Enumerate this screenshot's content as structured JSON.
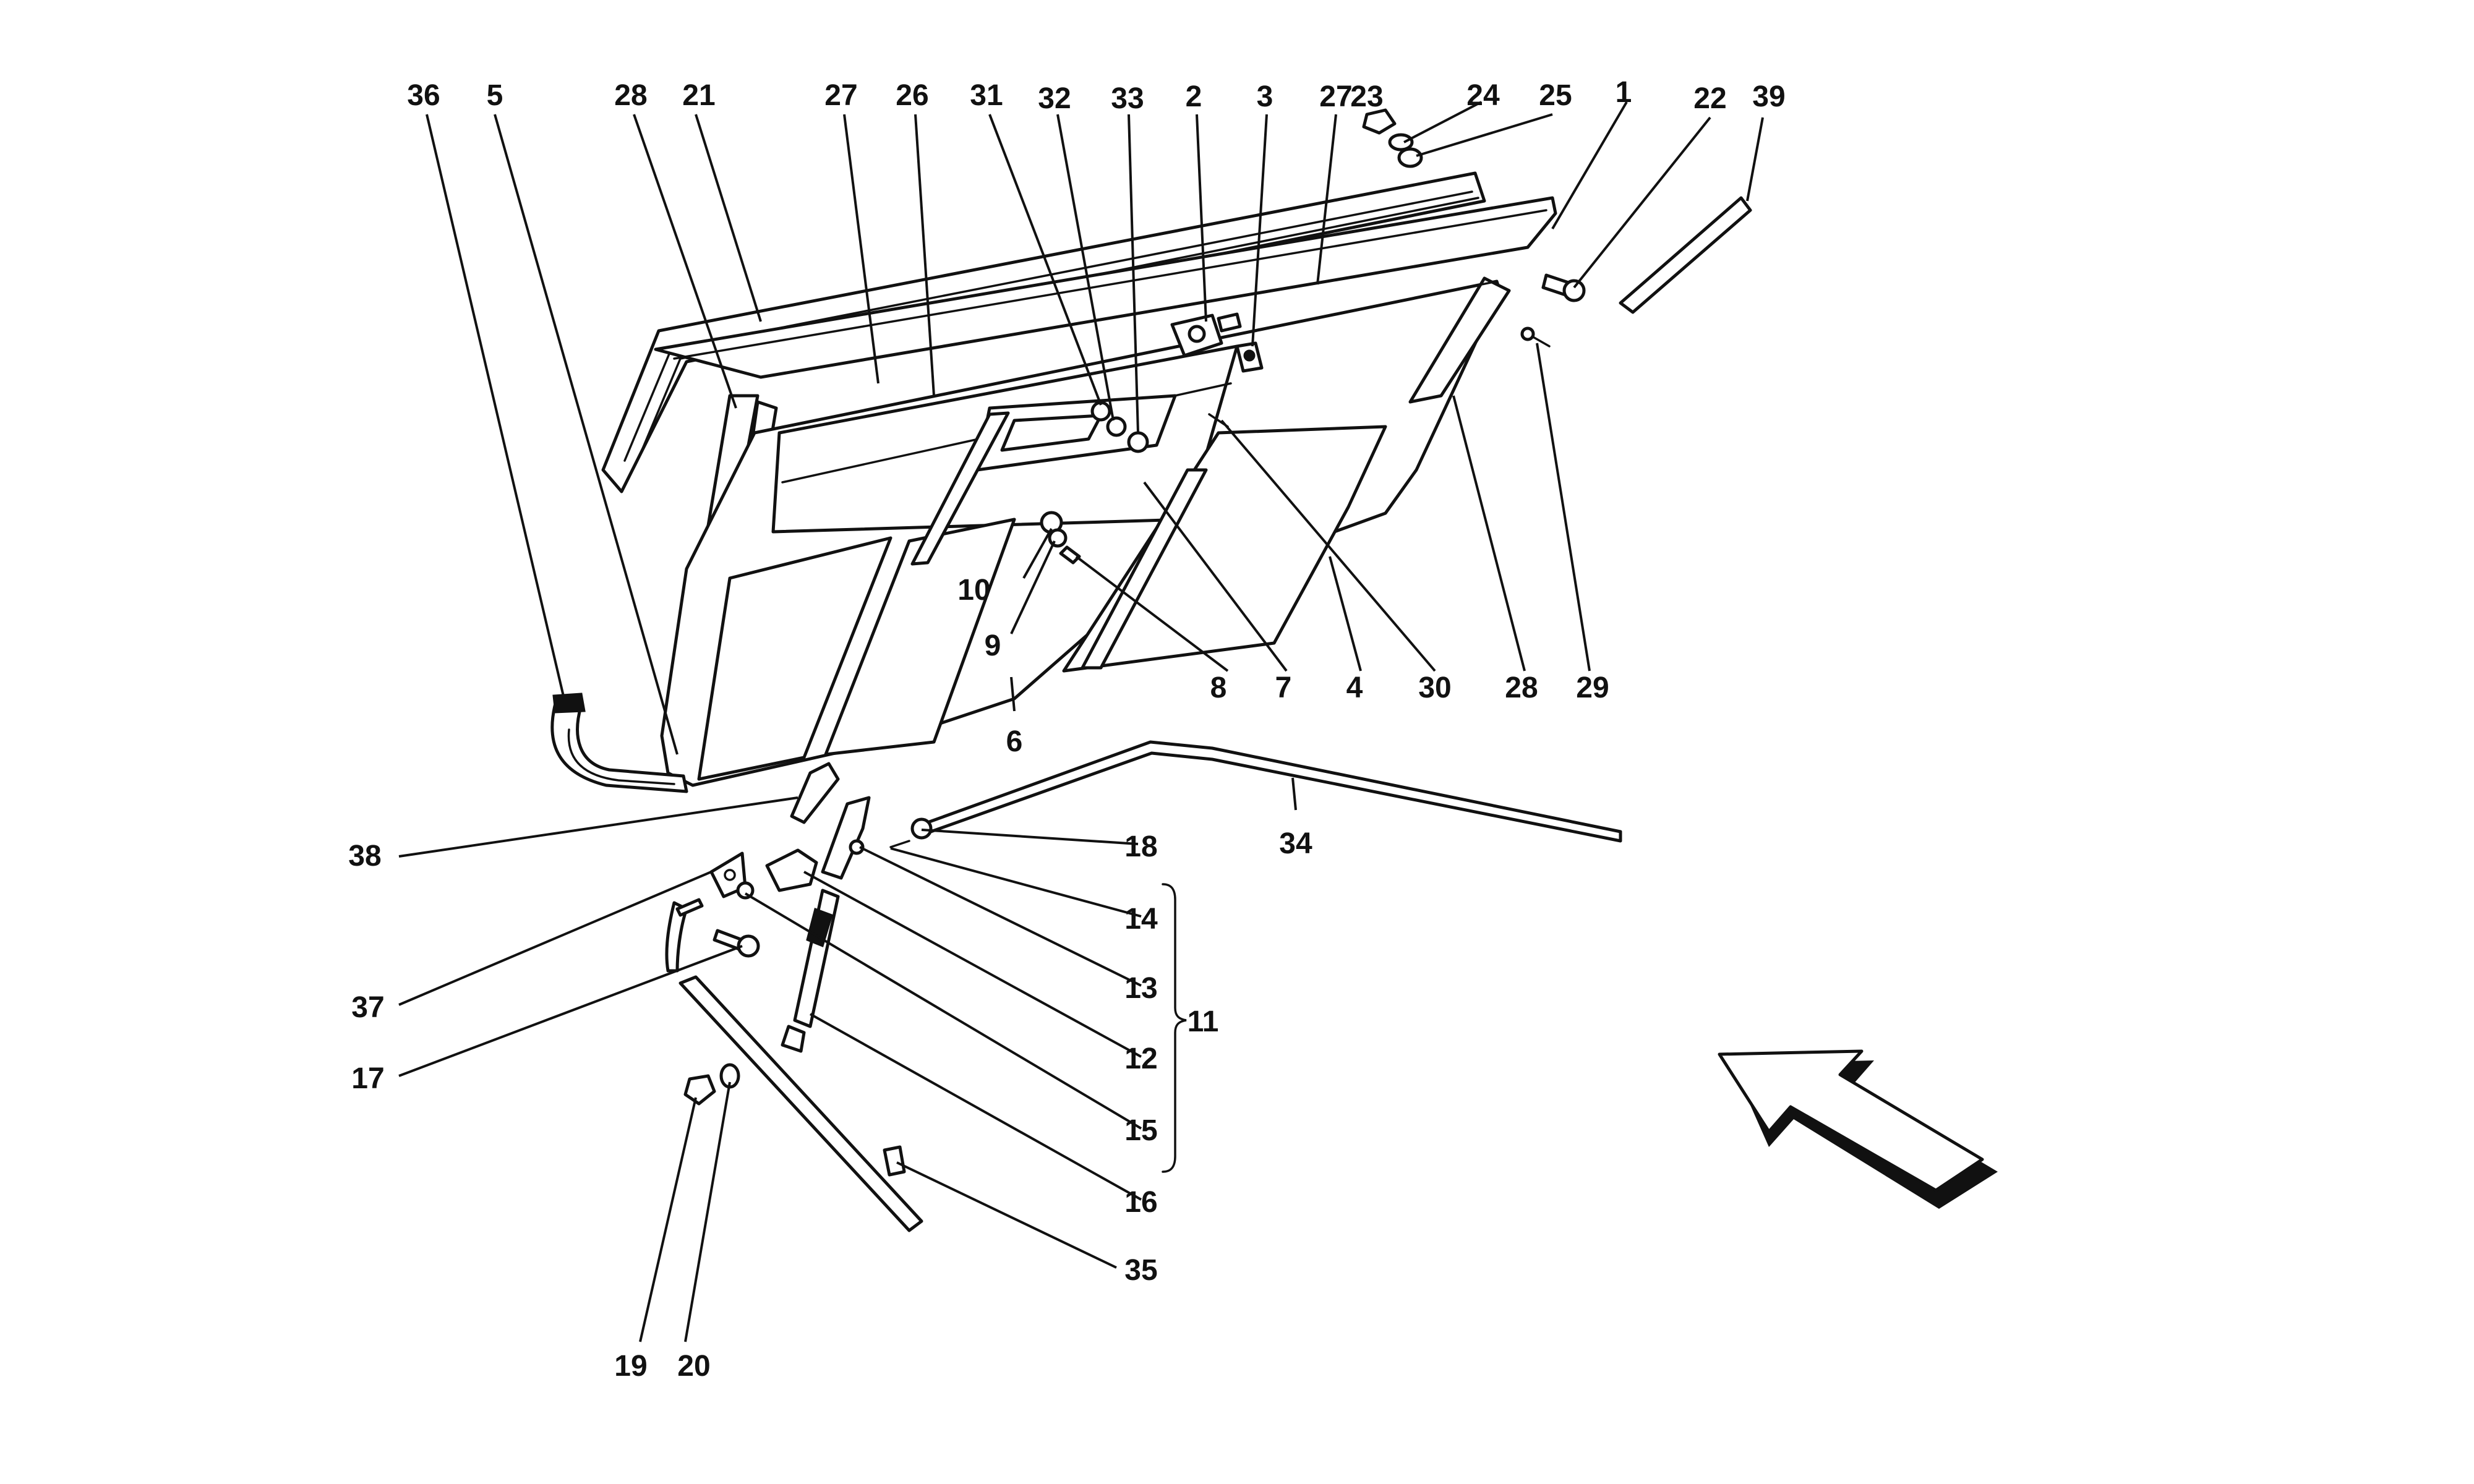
{
  "diagram": {
    "title": "",
    "callouts": [
      {
        "id": "c1",
        "label": "1"
      },
      {
        "id": "c2",
        "label": "2"
      },
      {
        "id": "c3",
        "label": "3"
      },
      {
        "id": "c4",
        "label": "4"
      },
      {
        "id": "c5",
        "label": "5"
      },
      {
        "id": "c6",
        "label": "6"
      },
      {
        "id": "c7",
        "label": "7"
      },
      {
        "id": "c8",
        "label": "8"
      },
      {
        "id": "c9",
        "label": "9"
      },
      {
        "id": "c10",
        "label": "10"
      },
      {
        "id": "c11",
        "label": "11"
      },
      {
        "id": "c12",
        "label": "12"
      },
      {
        "id": "c13",
        "label": "13"
      },
      {
        "id": "c14",
        "label": "14"
      },
      {
        "id": "c15",
        "label": "15"
      },
      {
        "id": "c16",
        "label": "16"
      },
      {
        "id": "c17",
        "label": "17"
      },
      {
        "id": "c18",
        "label": "18"
      },
      {
        "id": "c19",
        "label": "19"
      },
      {
        "id": "c20",
        "label": "20"
      },
      {
        "id": "c21",
        "label": "21"
      },
      {
        "id": "c22",
        "label": "22"
      },
      {
        "id": "c23",
        "label": "23"
      },
      {
        "id": "c24",
        "label": "24"
      },
      {
        "id": "c25",
        "label": "25"
      },
      {
        "id": "c26",
        "label": "26"
      },
      {
        "id": "c27a",
        "label": "27"
      },
      {
        "id": "c27b",
        "label": "27"
      },
      {
        "id": "c28a",
        "label": "28"
      },
      {
        "id": "c28b",
        "label": "28"
      },
      {
        "id": "c29",
        "label": "29"
      },
      {
        "id": "c30",
        "label": "30"
      },
      {
        "id": "c31",
        "label": "31"
      },
      {
        "id": "c32",
        "label": "32"
      },
      {
        "id": "c33",
        "label": "33"
      },
      {
        "id": "c34",
        "label": "34"
      },
      {
        "id": "c35",
        "label": "35"
      },
      {
        "id": "c36",
        "label": "36"
      },
      {
        "id": "c37",
        "label": "37"
      },
      {
        "id": "c38",
        "label": "38"
      },
      {
        "id": "c39",
        "label": "39"
      }
    ]
  }
}
